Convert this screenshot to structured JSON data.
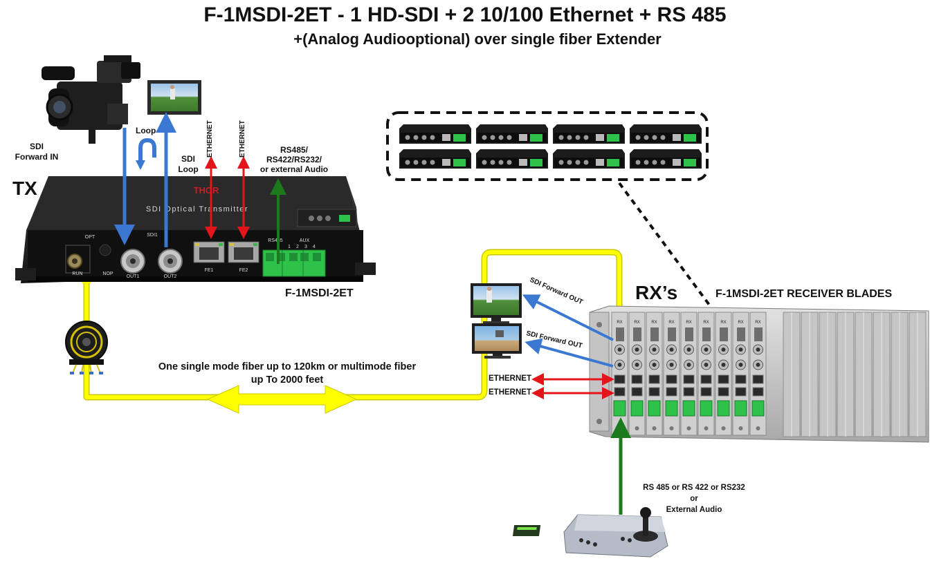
{
  "header": {
    "title": "F-1MSDI-2ET - 1 HD-SDI + 2 10/100  Ethernet + RS 485",
    "subtitle": "+(Analog Audiooptional) over single fiber Extender"
  },
  "tx": {
    "tag": "TX",
    "model": "F-1MSDI-2ET",
    "front_text": "SDI Optical Transmitter",
    "brand": "THOR",
    "port_labels": {
      "opt": "OPT",
      "sdi1": "SDI1",
      "rs485": "RS485",
      "aux": "AUX",
      "aux_nums": [
        "1",
        "2",
        "3",
        "4"
      ],
      "run": "RUN",
      "nop": "NOP",
      "out1": "OUT1",
      "out2": "OUT2",
      "fe1": "FE1",
      "fe2": "FE2"
    },
    "annotations": {
      "sdi_in": "SDI",
      "sdi_in_2": "Forward IN",
      "loop": "Loop",
      "sdi_loop": "SDI",
      "sdi_loop_2": "Loop",
      "ethernet_1": "ETHERNET",
      "ethernet_2": "ETHERNET",
      "serial_1": "RS485/",
      "serial_2": "RS422/RS232/",
      "serial_3": "or external Audio"
    }
  },
  "fiber": {
    "line_1": "One single mode fiber up to 120km or multimode fiber",
    "line_2": "up To 2000 feet"
  },
  "rx": {
    "tag": "RX’s",
    "title": "F-1MSDI-2ET RECEIVER BLADES",
    "slot_label": "RX",
    "sdi_out_1": "SDI Forward OUT",
    "sdi_out_2": "SDI Forward OUT",
    "ethernet_1": "ETHERNET",
    "ethernet_2": "ETHERNET",
    "serial_1": "RS 485 or RS 422 or RS232",
    "serial_2": "or",
    "serial_3": "External Audio"
  },
  "colors": {
    "sdi_arrow": "#3a78d2",
    "ethernet_arrow": "#e3141a",
    "serial_arrow": "#1c7a1c",
    "fiber": "#ffff00",
    "device_dark": "#1b1b1b",
    "terminal_green": "#2ec24a",
    "rack_gray": "#bfbfbf"
  },
  "icons": [
    "camcorder-icon",
    "monitor-icon",
    "fiber-reel-icon",
    "ptz-keyboard-controller-icon"
  ]
}
